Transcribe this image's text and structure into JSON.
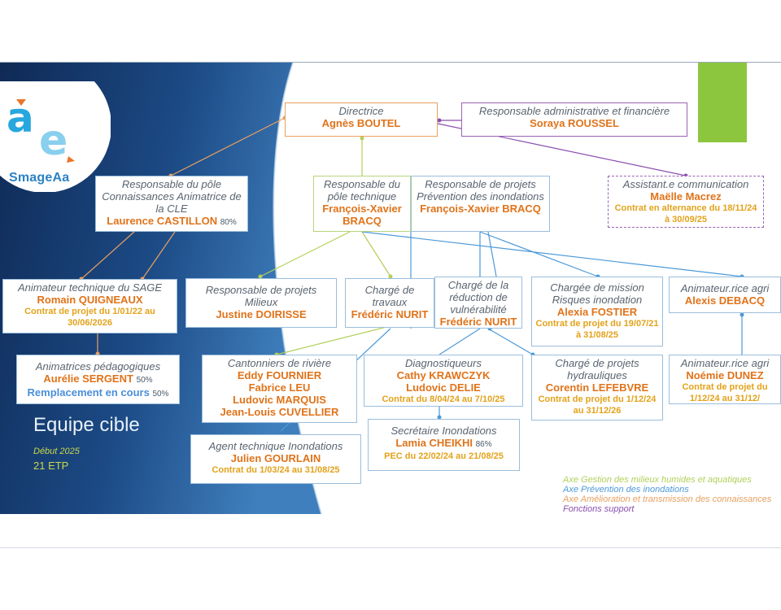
{
  "logo": {
    "text": "SmageAa"
  },
  "nodes": {
    "directrice": {
      "title": "Directrice",
      "name": "Agnès BOUTEL"
    },
    "raf": {
      "title": "Responsable administrative et financière",
      "name": "Soraya ROUSSEL"
    },
    "com": {
      "title": "Assistant.e communication",
      "name": "Maëlle Macrez",
      "contract": "Contrat en alternance du 18/11/24 à 30/09/25"
    },
    "pole_conn": {
      "title": "Responsable du pôle Connaissances Animatrice de la CLE",
      "name": "Laurence CASTILLON",
      "pct": "80%"
    },
    "pole_tech": {
      "title": "Responsable du pôle technique",
      "name": "François-Xavier BRACQ"
    },
    "prev_inond": {
      "title": "Responsable de projets Prévention des inondations",
      "name": "François-Xavier BRACQ"
    },
    "anim_sage": {
      "title": "Animateur technique du SAGE",
      "name": "Romain QUIGNEAUX",
      "contract": "Contrat de projet du 1/01/22 au 30/06/2026"
    },
    "milieux": {
      "title": "Responsable de projets Milieux",
      "name": "Justine DOIRISSE"
    },
    "travaux": {
      "title": "Chargé de travaux",
      "name": "Frédéric NURIT"
    },
    "vulne": {
      "title": "Chargé de la réduction de vulnérabilité",
      "name": "Frédéric NURIT"
    },
    "risques": {
      "title": "Chargée de mission Risques inondation",
      "name": "Alexia FOSTIER",
      "contract": "Contrat de projet du 19/07/21 à 31/08/25"
    },
    "agri1": {
      "title": "Animateur.rice agri",
      "name": "Alexis DEBACQ"
    },
    "pedago": {
      "title": "Animatrices pédagogiques",
      "name": "Aurélie SERGENT",
      "pct": "50%",
      "name2": "Remplacement en cours",
      "pct2": "50%"
    },
    "cantonniers": {
      "title": "Cantonniers de rivière",
      "names": [
        "Eddy FOURNIER",
        "Fabrice LEU",
        "Ludovic MARQUIS",
        "Jean-Louis CUVELLIER"
      ]
    },
    "diag": {
      "title": "Diagnostiqueurs",
      "names": [
        "Cathy KRAWCZYK",
        "Ludovic DELIE"
      ],
      "contract": "Contrat du 8/04/24 au 7/10/25"
    },
    "hydrau": {
      "title": "Chargé de projets hydrauliques",
      "name": "Corentin LEFEBVRE",
      "contract": "Contrat de projet du 1/12/24 au 31/12/26"
    },
    "agri2": {
      "title": "Animateur.rice agri",
      "name": "Noémie DUNEZ",
      "contract": "Contrat de projet du 1/12/24 au 31/12/"
    },
    "agent": {
      "title": "Agent technique Inondations",
      "name": "Julien GOURLAIN",
      "contract": "Contrat du 1/03/24 au 31/08/25"
    },
    "secr": {
      "title": "Secrétaire Inondations",
      "name": "Lamia CHEIKHI",
      "pct": "86%",
      "contract": "PEC du 22/02/24 au 21/08/25"
    }
  },
  "team": {
    "title": "Equipe cible",
    "date": "Début 2025",
    "etp": "21 ETP"
  },
  "legend": [
    {
      "label": "Axe Gestion des milieux humides et aquatiques",
      "color": "#b3cf5a"
    },
    {
      "label": "Axe Prévention des inondations",
      "color": "#4d9ad8"
    },
    {
      "label": "Axe Amélioration et transmission des connaissances",
      "color": "#e8a060"
    },
    {
      "label": "Fonctions support",
      "color": "#8b4fb0"
    }
  ],
  "colors": {
    "green_accent": "#8cc63f",
    "navy": "#173a6b",
    "orange": "#e0731a",
    "purple": "#8b4fb0",
    "blue": "#4d9ad8"
  }
}
